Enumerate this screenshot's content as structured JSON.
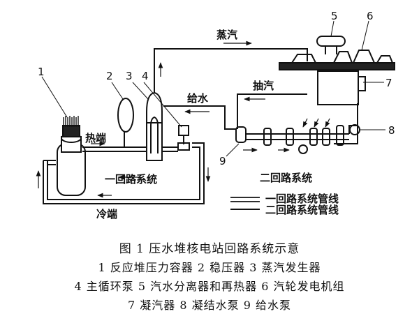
{
  "diagram": {
    "numbers": [
      "1",
      "2",
      "3",
      "4",
      "5",
      "6",
      "7",
      "8",
      "9"
    ],
    "labels": {
      "steam": "蒸汽",
      "extraction": "抽汽",
      "feedwater": "给水",
      "hot_leg": "热端",
      "cold_leg": "冷端",
      "primary_loop": "一回路系统",
      "secondary_loop": "二回路系统"
    },
    "line_legend": {
      "primary": "一回路系统管线",
      "secondary": "二回路系统管线"
    }
  },
  "caption": {
    "title": "图 1   压水堆核电站回路系统示意",
    "line1": "1 反应堆压力容器  2 稳压器  3 蒸汽发生器",
    "line2": "4 主循环泵  5 汽水分离器和再热器  6 汽轮发电机组",
    "line3": "7 凝汽器  8 凝结水泵  9 给水泵"
  }
}
